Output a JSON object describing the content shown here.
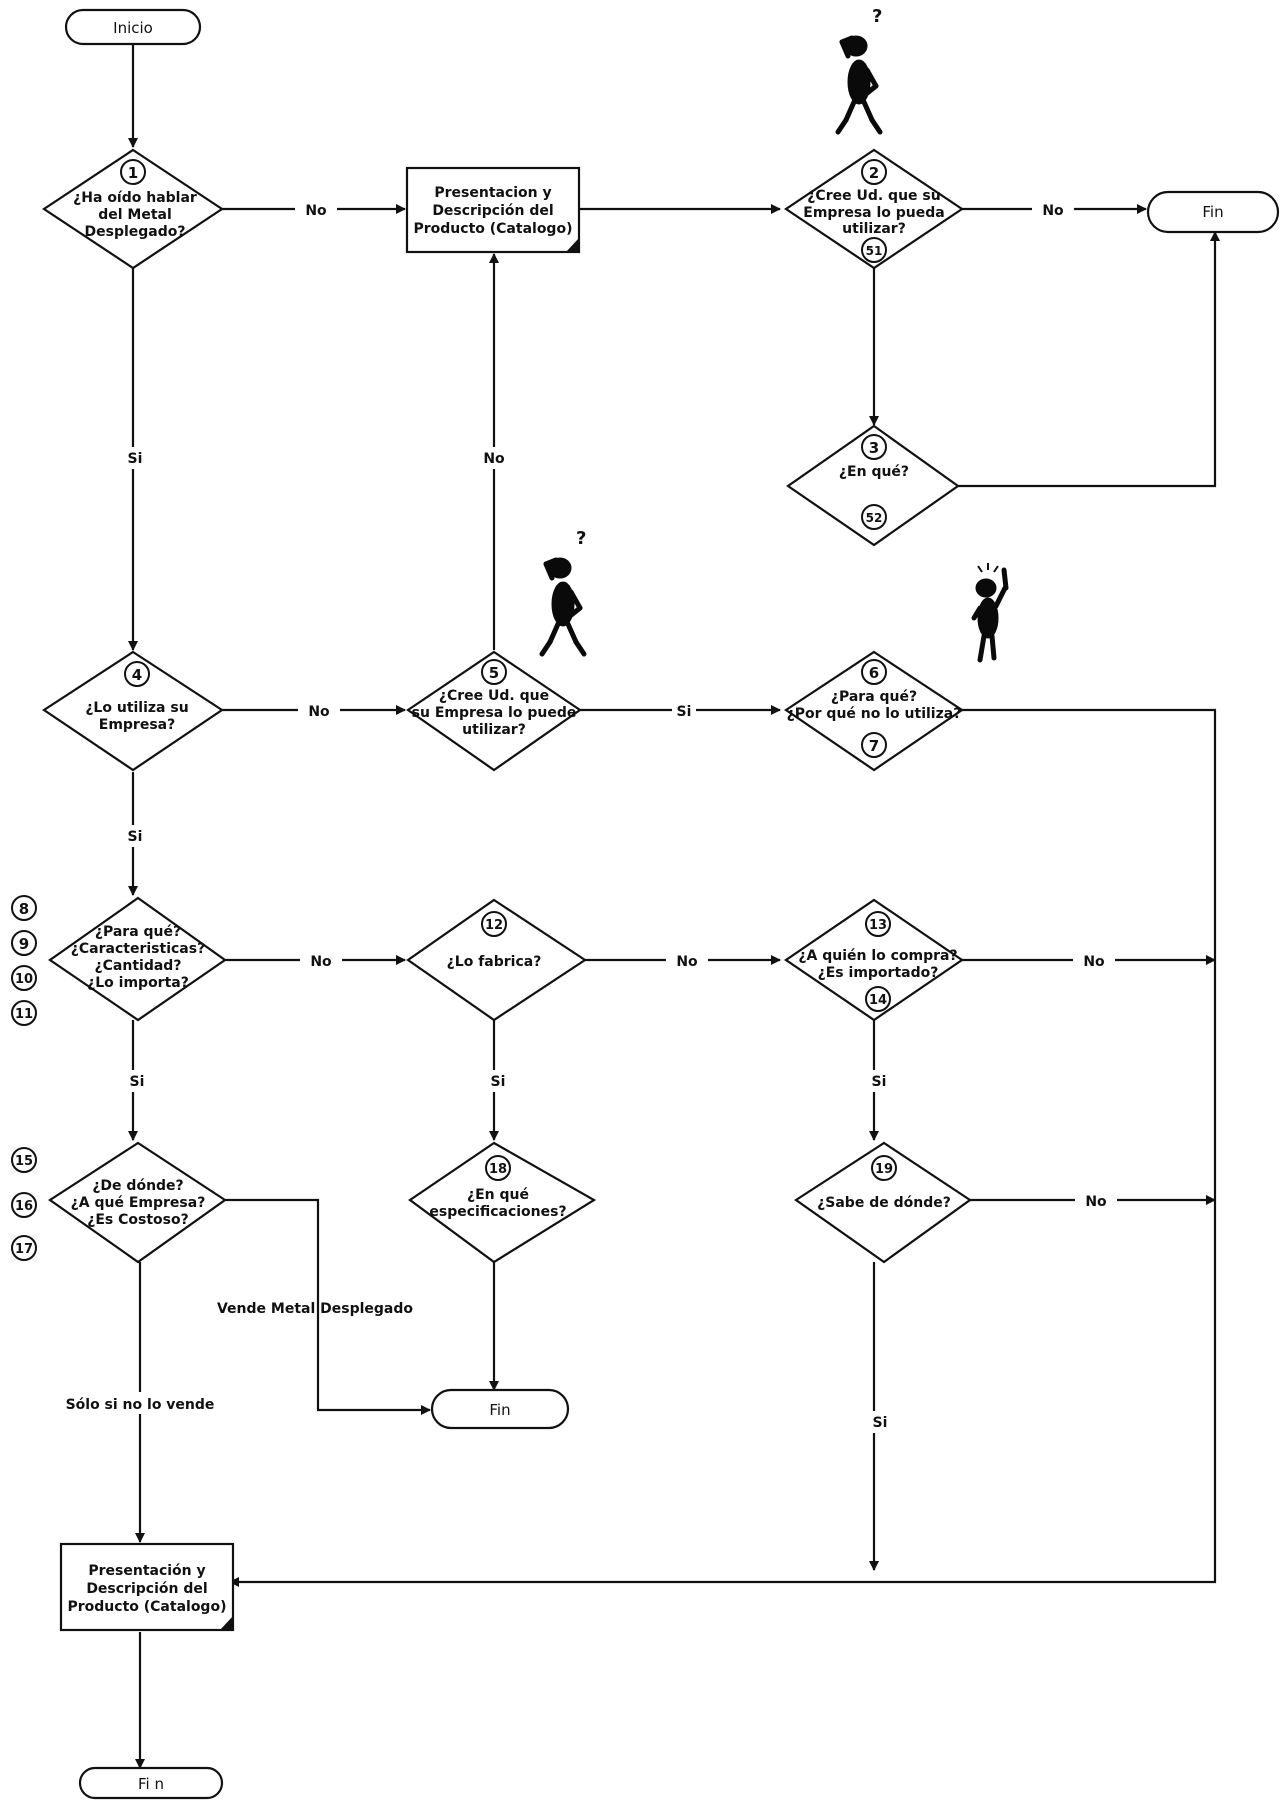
{
  "terminals": {
    "start": "Inicio",
    "end_top": "Fin",
    "end_middle": "Fin",
    "end_bottom": "Fi n"
  },
  "nodes": {
    "q1": {
      "num": "1",
      "lines": [
        "¿Ha oído hablar",
        "del Metal",
        "Desplegado?"
      ]
    },
    "presentation_top": {
      "lines": [
        "Presentacion y",
        "Descripción del",
        "Producto (Catalogo)"
      ]
    },
    "q2": {
      "num": "2",
      "lines": [
        "¿Cree Ud. que su",
        "Empresa lo pueda",
        "utilizar?"
      ],
      "num_bottom": "51"
    },
    "q3": {
      "num": "3",
      "lines": [
        "¿En qué?"
      ],
      "num_bottom": "52"
    },
    "q4": {
      "num": "4",
      "lines": [
        "¿Lo utiliza su",
        "Empresa?"
      ]
    },
    "q5": {
      "num": "5",
      "lines": [
        "¿Cree Ud. que",
        "su Empresa lo puede",
        "utilizar?"
      ]
    },
    "q6": {
      "num": "6",
      "lines": [
        "¿Para qué?",
        "¿Por qué no lo utiliza?"
      ],
      "num_bottom": "7"
    },
    "q8": {
      "lines": [
        "¿Para qué?",
        "¿Caracteristicas?",
        "¿Cantidad?",
        "¿Lo importa?"
      ]
    },
    "side_numbers_q8": [
      "8",
      "9",
      "10",
      "11"
    ],
    "q12": {
      "num": "12",
      "lines": [
        "¿Lo fabrica?"
      ]
    },
    "q13": {
      "num": "13",
      "lines": [
        "¿A quién lo compra?",
        "¿Es importado?"
      ],
      "num_bottom": "14"
    },
    "q15": {
      "lines": [
        "¿De dónde?",
        "¿A qué Empresa?",
        "¿Es Costoso?"
      ]
    },
    "side_numbers_q15": [
      "15",
      "16",
      "17"
    ],
    "q18": {
      "num": "18",
      "lines": [
        "¿En qué",
        "especificaciones?"
      ]
    },
    "q19": {
      "num": "19",
      "lines": [
        "¿Sabe de dónde?"
      ]
    },
    "presentation_bottom": {
      "lines": [
        "Presentación y",
        "Descripción del",
        "Producto (Catalogo)"
      ]
    }
  },
  "edge_labels": {
    "q1_no": "No",
    "q1_si": "Si",
    "q2_no": "No",
    "q5_no": "No",
    "q4_no": "No",
    "q5_si": "Si",
    "q4_si": "Si",
    "q8_no": "No",
    "q12_no": "No",
    "q13_no": "No",
    "q8_si": "Si",
    "q12_si": "Si",
    "q13_si": "Si",
    "q19_no": "No",
    "q15_vende": "Vende Metal Desplegado",
    "q15_solo": "Sólo si no lo vende",
    "q19_si": "Si"
  },
  "icons": [
    "thinking-person-icon",
    "thinking-person-icon",
    "idea-person-icon"
  ],
  "colors": {
    "ink": "#111111",
    "background": "#ffffff"
  }
}
